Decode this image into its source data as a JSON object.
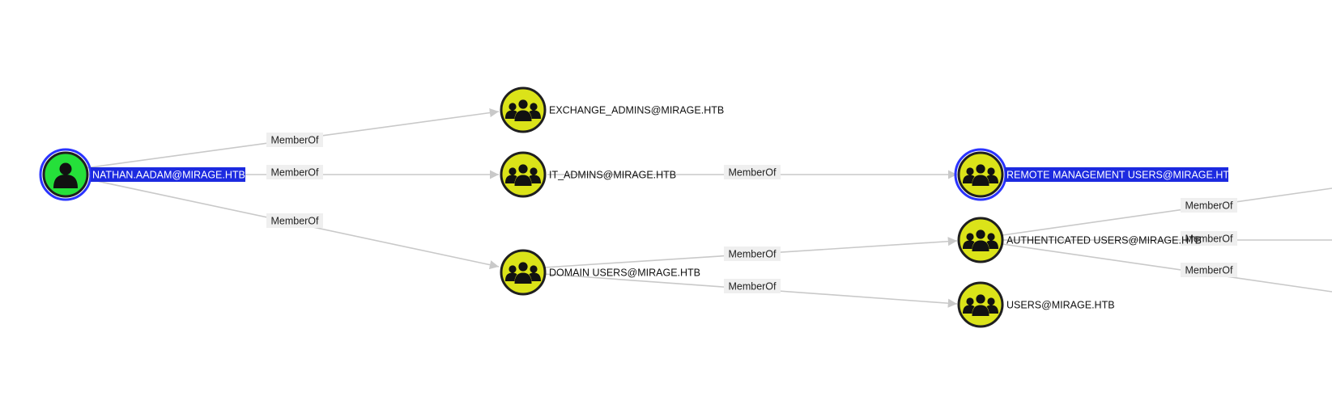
{
  "graph": {
    "colors": {
      "user_node": "#25e03a",
      "group_node": "#dbe319",
      "selection": "#1c2ae0",
      "edge": "#c9c9c9"
    },
    "nodes": [
      {
        "id": "nathan",
        "label": "NATHAN.AADAM@MIRAGE.HTB",
        "kind": "user",
        "icon": "user-icon",
        "selected": true
      },
      {
        "id": "exchange_admins",
        "label": "EXCHANGE_ADMINS@MIRAGE.HTB",
        "kind": "group",
        "icon": "group-icon",
        "selected": false
      },
      {
        "id": "it_admins",
        "label": "IT_ADMINS@MIRAGE.HTB",
        "kind": "group",
        "icon": "group-icon",
        "selected": false
      },
      {
        "id": "domain_users",
        "label": "DOMAIN USERS@MIRAGE.HTB",
        "kind": "group",
        "icon": "group-icon",
        "selected": false
      },
      {
        "id": "remote_mgmt",
        "label": "REMOTE MANAGEMENT USERS@MIRAGE.HTB",
        "kind": "group",
        "icon": "group-icon",
        "selected": true
      },
      {
        "id": "auth_users",
        "label": "AUTHENTICATED USERS@MIRAGE.HTB",
        "kind": "group",
        "icon": "group-icon",
        "selected": false
      },
      {
        "id": "users",
        "label": "USERS@MIRAGE.HTB",
        "kind": "group",
        "icon": "group-icon",
        "selected": false
      }
    ],
    "edges": [
      {
        "from": "nathan",
        "to": "exchange_admins",
        "label": "MemberOf"
      },
      {
        "from": "nathan",
        "to": "it_admins",
        "label": "MemberOf"
      },
      {
        "from": "nathan",
        "to": "domain_users",
        "label": "MemberOf"
      },
      {
        "from": "it_admins",
        "to": "remote_mgmt",
        "label": "MemberOf"
      },
      {
        "from": "domain_users",
        "to": "auth_users",
        "label": "MemberOf"
      },
      {
        "from": "domain_users",
        "to": "users",
        "label": "MemberOf"
      },
      {
        "from": "auth_users",
        "to": "offscreen_a",
        "label": "MemberOf"
      },
      {
        "from": "auth_users",
        "to": "offscreen_b",
        "label": "MemberOf"
      },
      {
        "from": "auth_users",
        "to": "offscreen_c",
        "label": "MemberOf"
      }
    ]
  }
}
